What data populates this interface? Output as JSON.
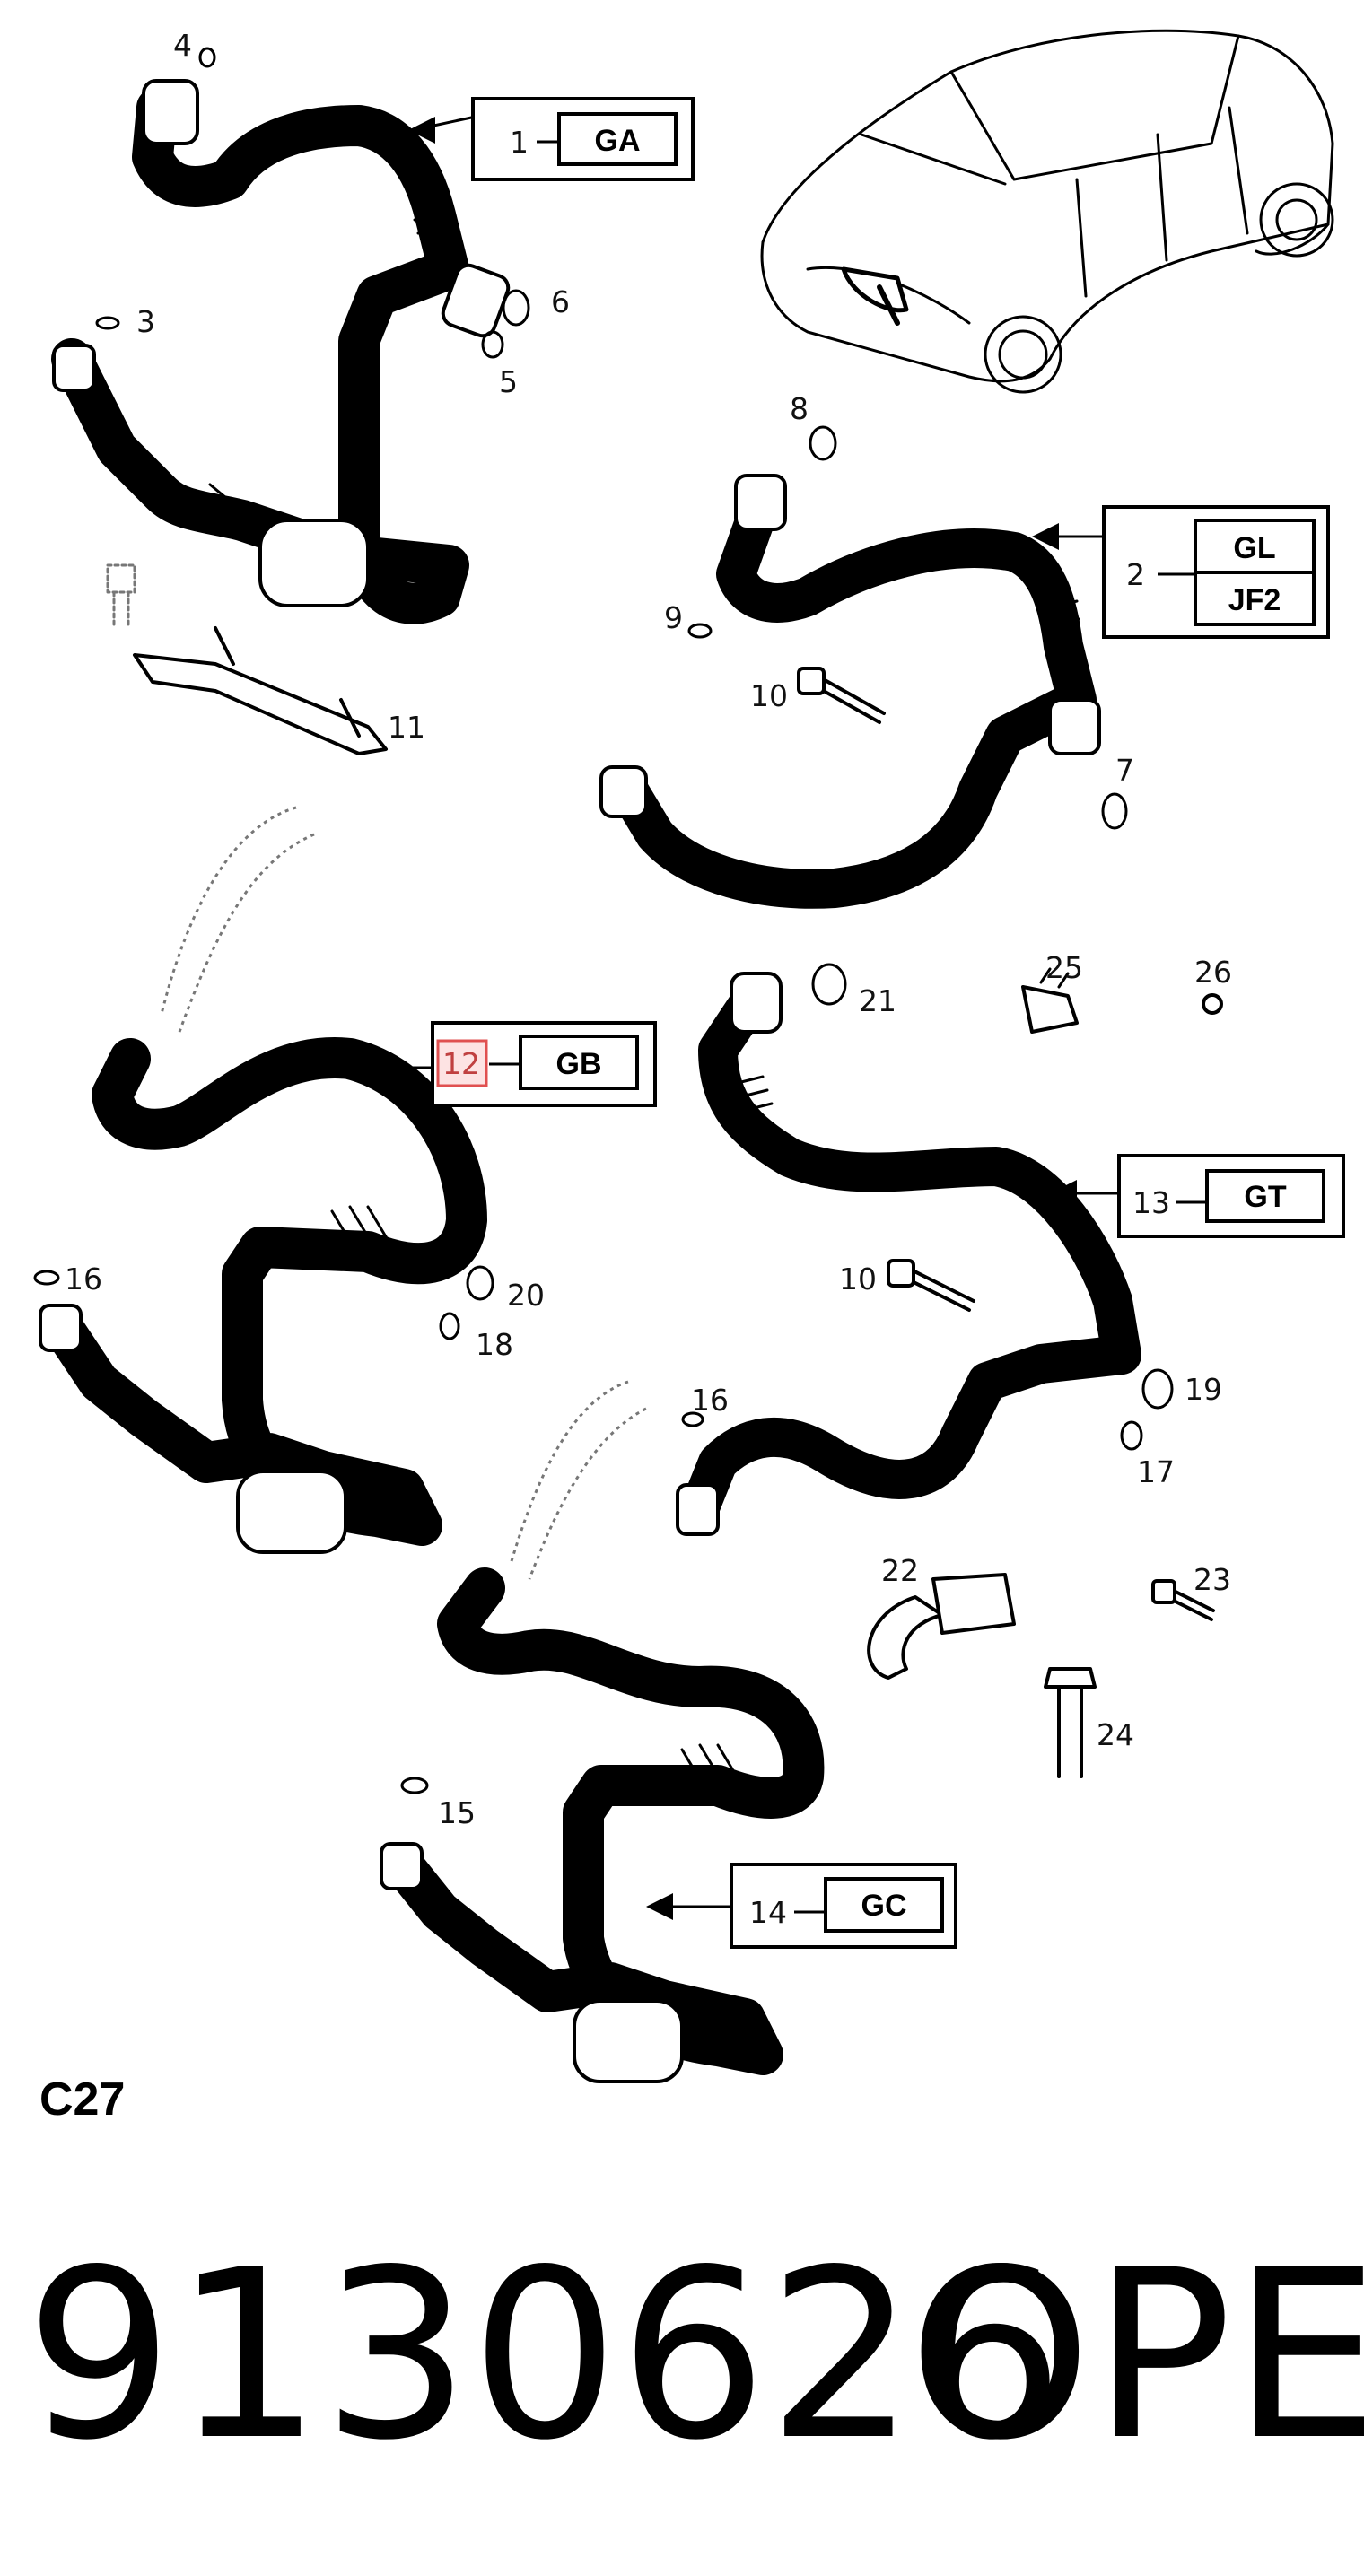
{
  "diagram_id": "C27",
  "footer": {
    "part_number": "9130626",
    "brand": "OPEL"
  },
  "callouts": [
    {
      "id": "1",
      "codes": [
        "GA"
      ]
    },
    {
      "id": "2",
      "codes": [
        "GL",
        "JF2"
      ]
    },
    {
      "id": "12",
      "codes": [
        "GB"
      ],
      "highlighted": true
    },
    {
      "id": "13",
      "codes": [
        "GT"
      ]
    },
    {
      "id": "14",
      "codes": [
        "GC"
      ]
    }
  ],
  "part_labels": {
    "p3": "3",
    "p4": "4",
    "p5": "5",
    "p6": "6",
    "p7": "7",
    "p8": "8",
    "p9": "9",
    "p10a": "10",
    "p10b": "10",
    "p11": "11",
    "p15": "15",
    "p16a": "16",
    "p16b": "16",
    "p17": "17",
    "p18": "18",
    "p19": "19",
    "p20": "20",
    "p21": "21",
    "p22": "22",
    "p23": "23",
    "p24": "24",
    "p25": "25",
    "p26": "26"
  },
  "colors": {
    "line": "#000000",
    "highlight": "#e05050",
    "highlight_fill": "#fde3e3"
  }
}
